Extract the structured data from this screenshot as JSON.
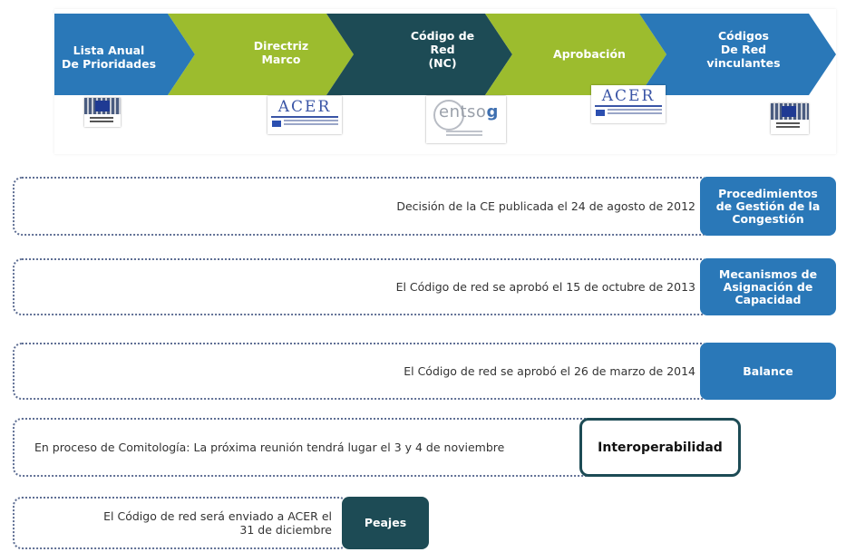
{
  "colors": {
    "blue": "#2a78b8",
    "green": "#9cbc2e",
    "dark_teal": "#1d4b55",
    "dotted_border": "#5f6f94",
    "white_tag_border": "#1d4b55"
  },
  "process": {
    "steps": [
      {
        "label": "Lista Anual\nDe Prioridades",
        "color": "#2a78b8",
        "logo": "ec-building-logo"
      },
      {
        "label": "Directriz\nMarco",
        "color": "#9cbc2e",
        "logo": "acer-logo"
      },
      {
        "label": "Código de\nRed\n(NC)",
        "color": "#1d4b55",
        "logo": "entsog-logo"
      },
      {
        "label": "Aprobación",
        "color": "#9cbc2e",
        "logo": "acer-logo"
      },
      {
        "label": "Códigos\nDe Red\nvinculantes",
        "color": "#2a78b8",
        "logo": "ec-building-logo"
      }
    ],
    "acer_text": "ACER",
    "entsog_text_main": "entso",
    "entsog_text_g": "g"
  },
  "rows": [
    {
      "status": "Decisión de la CE publicada el 24 de agosto de 2012",
      "tag": "Procedimientos\nde Gestión de la\nCongestión",
      "tag_style": "blue"
    },
    {
      "status": "El Código de red se aprobó el 15 de octubre de 2013",
      "tag": "Mecanismos de\nAsignación de\nCapacidad",
      "tag_style": "blue"
    },
    {
      "status": "El Código de red se aprobó el 26 de marzo de 2014",
      "tag": "Balance",
      "tag_style": "blue"
    },
    {
      "status": "En proceso de Comitología: La próxima reunión tendrá lugar el 3 y 4 de noviembre",
      "tag": "Interoperabilidad",
      "tag_style": "white"
    },
    {
      "status": "El Código de red será enviado a ACER el\n31 de diciembre",
      "tag": "Peajes",
      "tag_style": "dark"
    }
  ]
}
